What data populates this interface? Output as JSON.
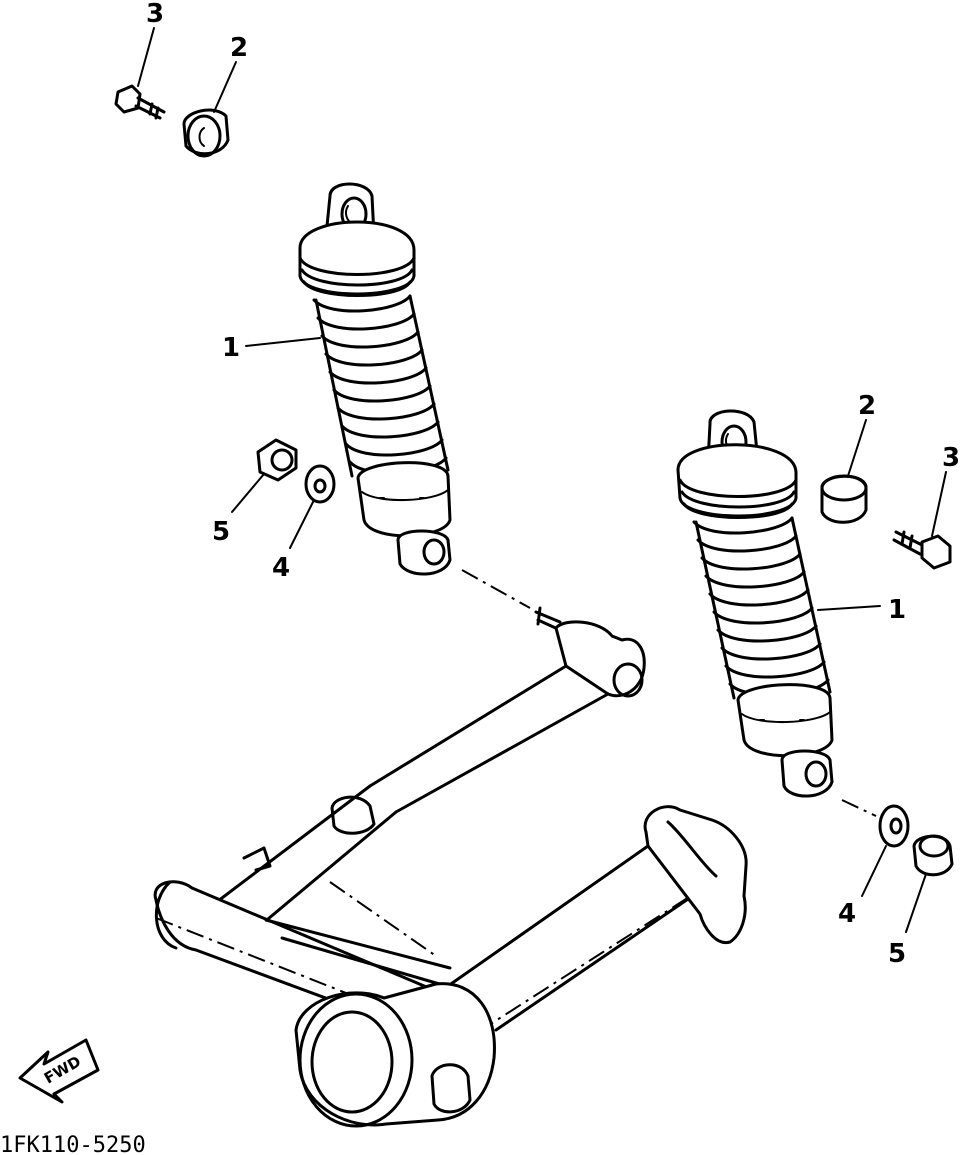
{
  "diagram": {
    "reference_code": "1FK110-5250",
    "direction_label": "FWD",
    "callouts": {
      "left_bolt": "3",
      "left_bushing": "2",
      "left_shock": "1",
      "left_nut": "5",
      "left_washer": "4",
      "right_bushing": "2",
      "right_bolt": "3",
      "right_shock": "1",
      "right_washer": "4",
      "right_nut": "5"
    }
  }
}
